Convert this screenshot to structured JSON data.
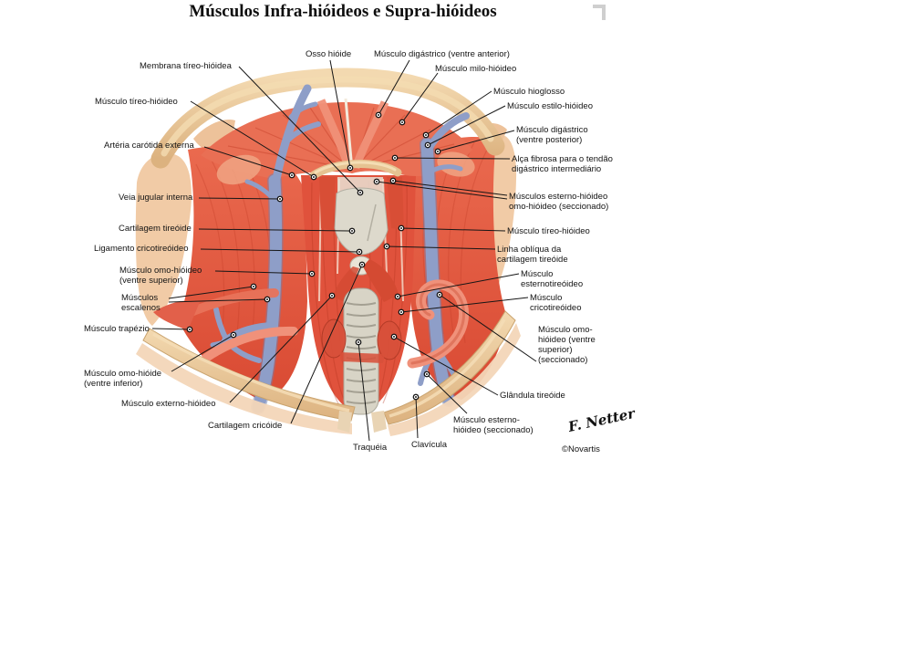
{
  "title": "Músculos Infra-hióideos e Supra-hióideos",
  "credit": {
    "signature": "F. Netter",
    "publisher": "©Novartis"
  },
  "colors": {
    "muscle": "#E0523C",
    "muscle_light": "#EE8168",
    "muscle_dark": "#B4341F",
    "bone": "#E3C094",
    "skin": "#F1CBA6",
    "vein": "#8E9EC8",
    "cartilage": "#D9D6CB",
    "gland": "#D8503A",
    "leader_line": "#161616"
  },
  "figure": {
    "left_labels": [
      {
        "text": "Membrana tíreo-hióidea"
      },
      {
        "text": "Músculo tíreo-hióideo"
      },
      {
        "text": "Artéria carótida externa"
      },
      {
        "text": "Veia jugular interna"
      },
      {
        "text": "Cartilagem tireóide"
      },
      {
        "text": "Ligamento cricotireóideo"
      },
      {
        "text": "Músculo omo-hióideo\n(ventre superior)"
      },
      {
        "text": "Músculos\nescalenos"
      },
      {
        "text": "Músculo trapézio"
      },
      {
        "text": "Músculo omo-hióide\n(ventre inferior)"
      },
      {
        "text": "Músculo externo-hióideo"
      },
      {
        "text": "Cartilagem cricóide"
      }
    ],
    "bottom_labels": [
      {
        "text": "Traquéia"
      },
      {
        "text": "Clavícula"
      }
    ],
    "right_labels": [
      {
        "text": "Osso hióide"
      },
      {
        "text": "Músculo digástrico (ventre anterior)"
      },
      {
        "text": "Músculo milo-hióideo"
      },
      {
        "text": "Músculo hioglosso"
      },
      {
        "text": "Músculo estilo-hióideo"
      },
      {
        "text": "Músculo digástrico\n(ventre posterior)"
      },
      {
        "text": "Alça fibrosa para o tendão\ndigástrico intermediário"
      },
      {
        "text": "Músculos esterno-hióideo\nomo-hióideo (seccionado)"
      },
      {
        "text": "Músculo tíreo-hióideo"
      },
      {
        "text": "Linha oblíqua da\ncartilagem tireóide"
      },
      {
        "text": "Músculo\nesternotireóideo"
      },
      {
        "text": "Músculo\ncricotireóideo"
      },
      {
        "text": "Músculo omo-\nhióideo (ventre\nsuperior)\n(seccionado)"
      },
      {
        "text": "Glândula tireóide"
      },
      {
        "text": "Músculo esterno-\nhióideo (seccionado)"
      }
    ]
  }
}
